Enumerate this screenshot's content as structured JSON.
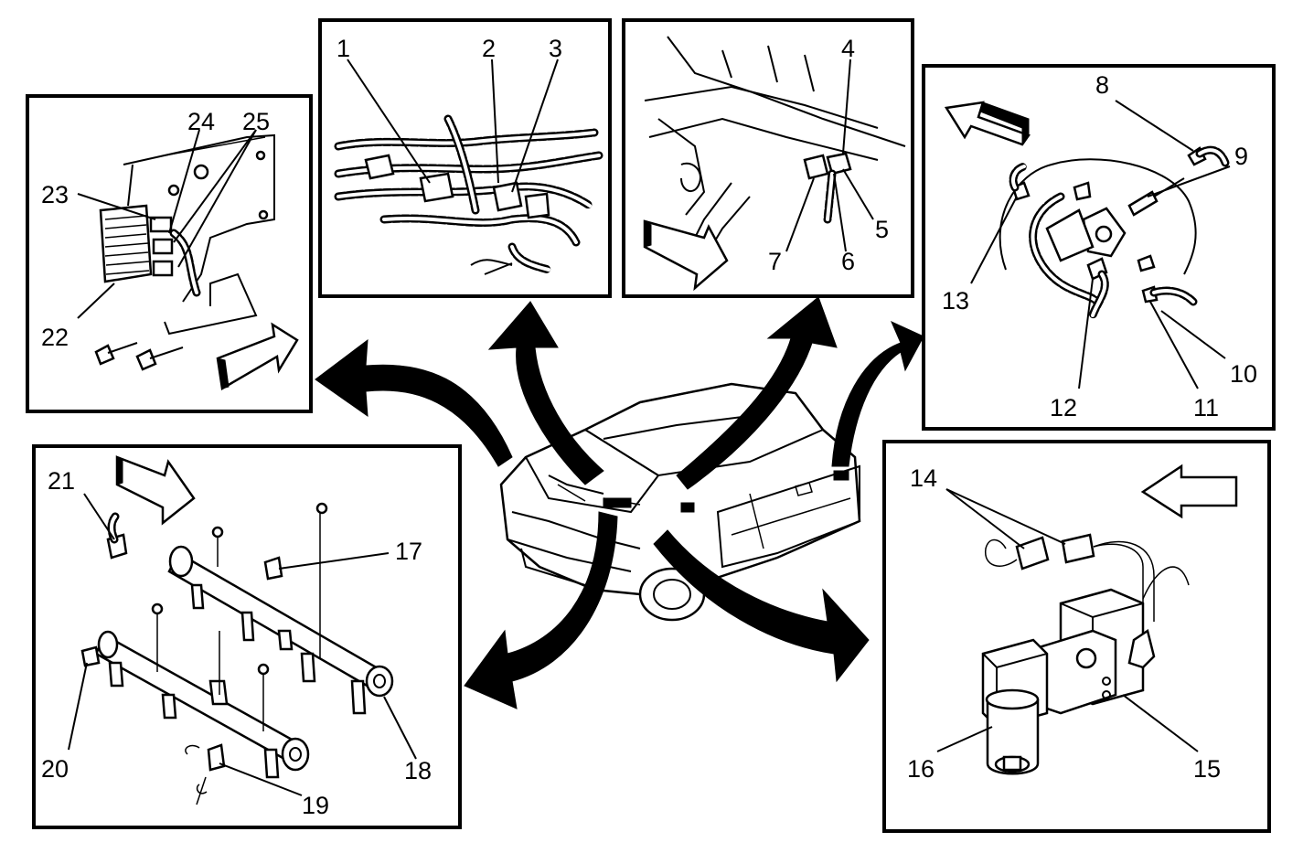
{
  "diagram": {
    "panels": [
      {
        "id": "fuel-pressure-regulator-bracket",
        "callouts": [
          "22",
          "23",
          "24",
          "25"
        ]
      },
      {
        "id": "harness-connectors-center",
        "callouts": [
          "1",
          "2",
          "3"
        ]
      },
      {
        "id": "harness-connectors-front",
        "callouts": [
          "4",
          "5",
          "6",
          "7"
        ]
      },
      {
        "id": "fuel-sender-module",
        "callouts": [
          "8",
          "9",
          "10",
          "11",
          "12",
          "13"
        ]
      },
      {
        "id": "fuel-rail-injectors",
        "callouts": [
          "17",
          "18",
          "19",
          "20",
          "21"
        ]
      },
      {
        "id": "fuel-pump-valve",
        "callouts": [
          "14",
          "15",
          "16"
        ]
      }
    ],
    "labels": {
      "n1": "1",
      "n2": "2",
      "n3": "3",
      "n4": "4",
      "n5": "5",
      "n6": "6",
      "n7": "7",
      "n8": "8",
      "n9": "9",
      "n10": "10",
      "n11": "11",
      "n12": "12",
      "n13": "13",
      "n14": "14",
      "n15": "15",
      "n16": "16",
      "n17": "17",
      "n18": "18",
      "n19": "19",
      "n20": "20",
      "n21": "21",
      "n22": "22",
      "n23": "23",
      "n24": "24",
      "n25": "25"
    },
    "colors": {
      "ink": "#000000",
      "paper": "#ffffff"
    },
    "icons": [
      "direction-arrow-icon",
      "pointer-arrow-icon",
      "vehicle-icon"
    ]
  }
}
